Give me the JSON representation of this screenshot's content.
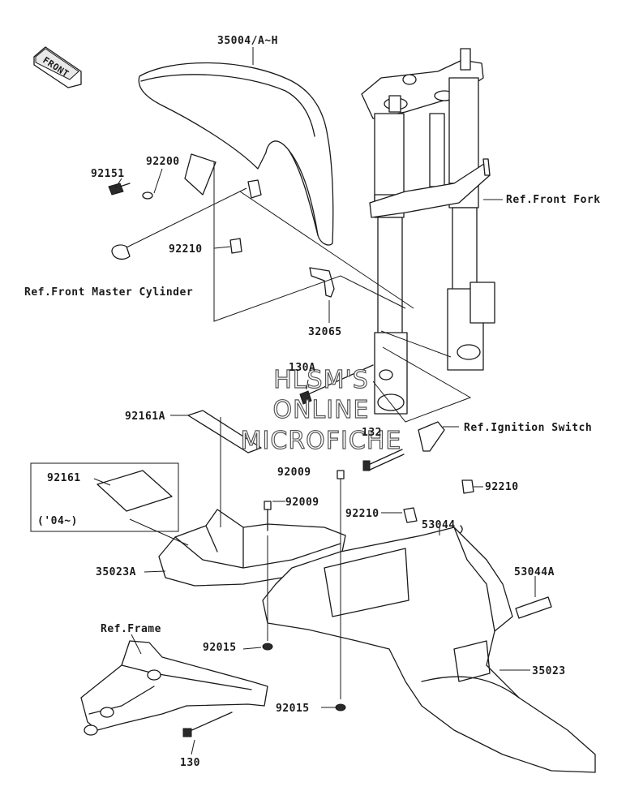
{
  "diagram": {
    "front_badge": "FRONT",
    "watermark": [
      "HLSM'S",
      "ONLINE",
      "MICROFICHE"
    ],
    "callouts": {
      "fender_front": "35004/A~H",
      "washer": "92200",
      "bolt_fender": "92151",
      "clamp_upper": "92210",
      "master_cyl": "Ref.Front Master Cylinder",
      "front_fork": "Ref.Front Fork",
      "bracket": "32065",
      "bolt_130a": "130A",
      "pad_92161a": "92161A",
      "bolt_132": "132",
      "ignition": "Ref.Ignition Switch",
      "pad_92161": "92161",
      "note_04": "('04~)",
      "screw_a": "92009",
      "screw_b": "92009",
      "clamp_mid": "92210",
      "clamp_right": "92210",
      "tube_53044": "53044",
      "tube_53044a": "53044A",
      "fender_rear_a": "35023A",
      "frame": "Ref.Frame",
      "nut_a": "92015",
      "fender_rear": "35023",
      "nut_b": "92015",
      "bolt_130": "130"
    }
  }
}
